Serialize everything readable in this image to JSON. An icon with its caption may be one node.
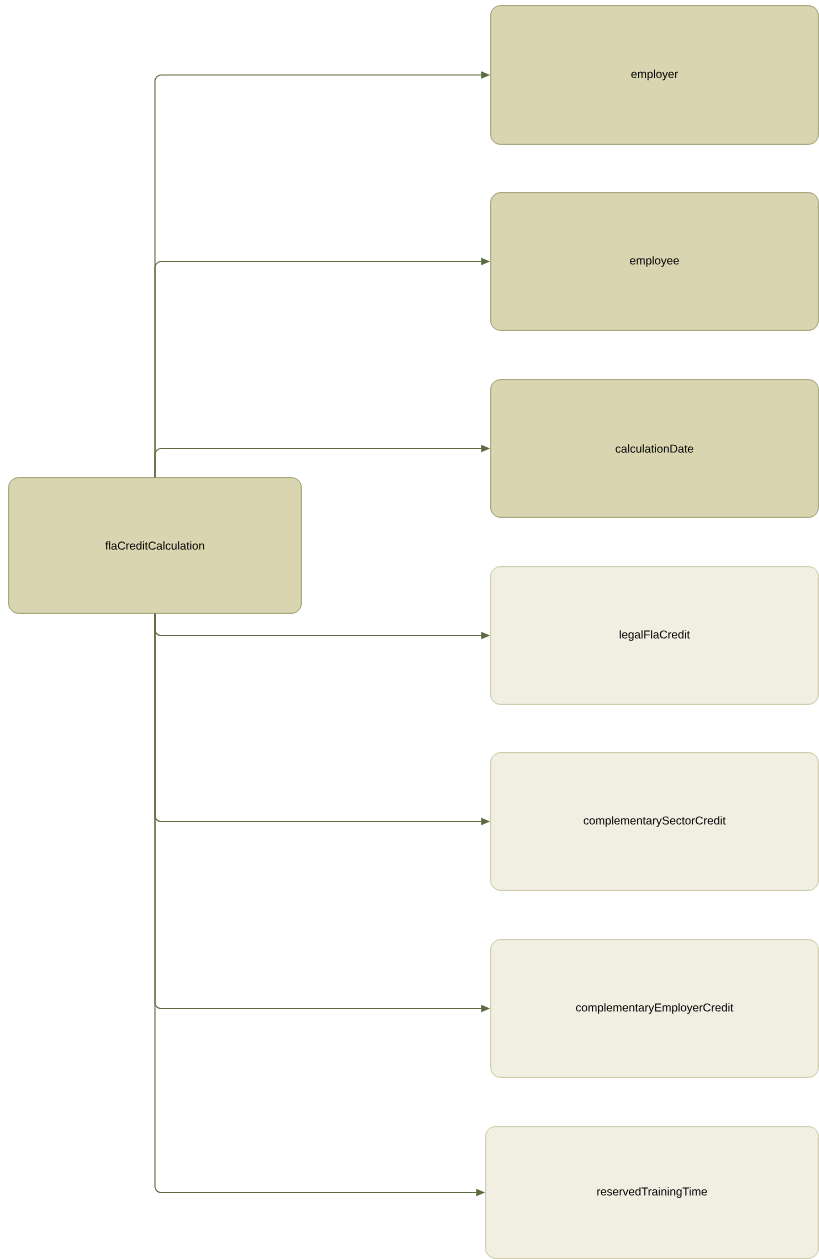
{
  "diagram": {
    "nodes": [
      {
        "text": [
          "flaCreditCalculation"
        ]
      },
      {
        "text": [
          "employer"
        ]
      },
      {
        "text": [
          "employee"
        ]
      },
      {
        "text": [
          "calculationDate"
        ]
      },
      {
        "text": [
          "legalFlaCredit"
        ]
      },
      {
        "text": [
          "complementarySectorCredit"
        ]
      },
      {
        "text": [
          "complementaryEmployerCredit"
        ]
      },
      {
        "text": [
          "reservedTrainingTime"
        ]
      }
    ],
    "edges": [
      {
        "from": 0,
        "to": 1,
        "arrow": "to"
      },
      {
        "from": 0,
        "to": 2,
        "arrow": "to"
      },
      {
        "from": 0,
        "to": 3,
        "arrow": "to"
      },
      {
        "from": 0,
        "to": 4,
        "arrow": "to"
      },
      {
        "from": 0,
        "to": 5,
        "arrow": "to"
      },
      {
        "from": 0,
        "to": 6,
        "arrow": "to"
      },
      {
        "from": 0,
        "to": 7,
        "arrow": "to"
      }
    ]
  }
}
